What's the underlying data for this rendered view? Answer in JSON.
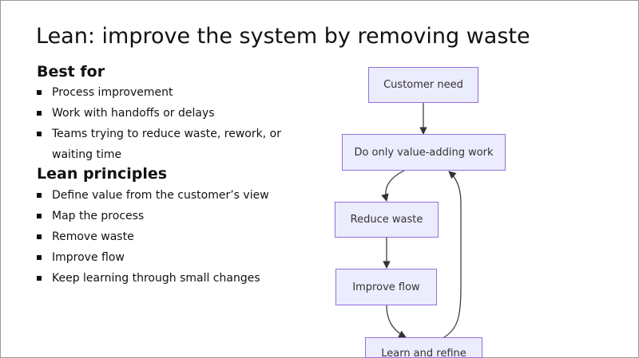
{
  "title": "Lean: improve the system by removing waste",
  "best_for": {
    "heading": "Best for",
    "items": [
      "Process improvement",
      "Work with handoffs or delays",
      "Teams trying to reduce waste, rework, or waiting time"
    ]
  },
  "principles": {
    "heading": "Lean principles",
    "items": [
      "Define value from the customer’s view",
      "Map the process",
      "Remove waste",
      "Improve flow",
      "Keep learning through small changes"
    ]
  },
  "diagram": {
    "node_fill": "#ECECFF",
    "node_stroke": "#9370DB",
    "edge_color": "#333333",
    "nodes": [
      {
        "id": "customer-need",
        "label": "Customer need"
      },
      {
        "id": "value-adding-work",
        "label": "Do only value-adding work"
      },
      {
        "id": "reduce-waste",
        "label": "Reduce waste"
      },
      {
        "id": "improve-flow",
        "label": "Improve flow"
      },
      {
        "id": "learn-refine",
        "label": "Learn and refine"
      }
    ],
    "edges": [
      {
        "from": "customer-need",
        "to": "value-adding-work"
      },
      {
        "from": "value-adding-work",
        "to": "reduce-waste"
      },
      {
        "from": "reduce-waste",
        "to": "improve-flow"
      },
      {
        "from": "improve-flow",
        "to": "learn-refine"
      },
      {
        "from": "learn-refine",
        "to": "value-adding-work"
      }
    ]
  }
}
